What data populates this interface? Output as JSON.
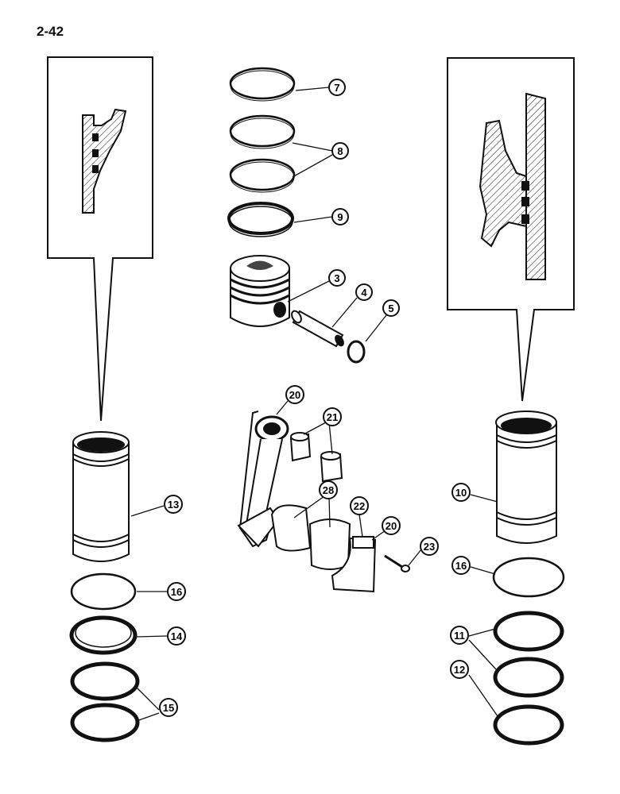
{
  "page": {
    "number": "2-42"
  },
  "colors": {
    "ink": "#111111",
    "paper": "#ffffff"
  },
  "parts": {
    "p7": {
      "label": "7",
      "name": "piston-ring-top"
    },
    "p8": {
      "label": "8",
      "name": "piston-ring-intermediate"
    },
    "p9": {
      "label": "9",
      "name": "piston-ring-oil"
    },
    "p3": {
      "label": "3",
      "name": "piston"
    },
    "p4": {
      "label": "4",
      "name": "piston-pin"
    },
    "p5": {
      "label": "5",
      "name": "snap-ring"
    },
    "p20a": {
      "label": "20",
      "name": "connecting-rod"
    },
    "p21": {
      "label": "21",
      "name": "pin-bushing"
    },
    "p28": {
      "label": "28",
      "name": "rod-bearing"
    },
    "p22": {
      "label": "22",
      "name": "rod-cap-dowel"
    },
    "p20b": {
      "label": "20",
      "name": "connecting-rod-cap"
    },
    "p23": {
      "label": "23",
      "name": "cap-screw"
    },
    "p13": {
      "label": "13",
      "name": "cylinder-sleeve-left"
    },
    "p16a": {
      "label": "16",
      "name": "shim-ring-left"
    },
    "p14": {
      "label": "14",
      "name": "seal-ring-left"
    },
    "p15": {
      "label": "15",
      "name": "o-rings-left"
    },
    "p10": {
      "label": "10",
      "name": "cylinder-sleeve-right"
    },
    "p16b": {
      "label": "16",
      "name": "shim-ring-right"
    },
    "p11": {
      "label": "11",
      "name": "o-rings-right"
    },
    "p12": {
      "label": "12",
      "name": "o-ring-bottom-right"
    }
  }
}
